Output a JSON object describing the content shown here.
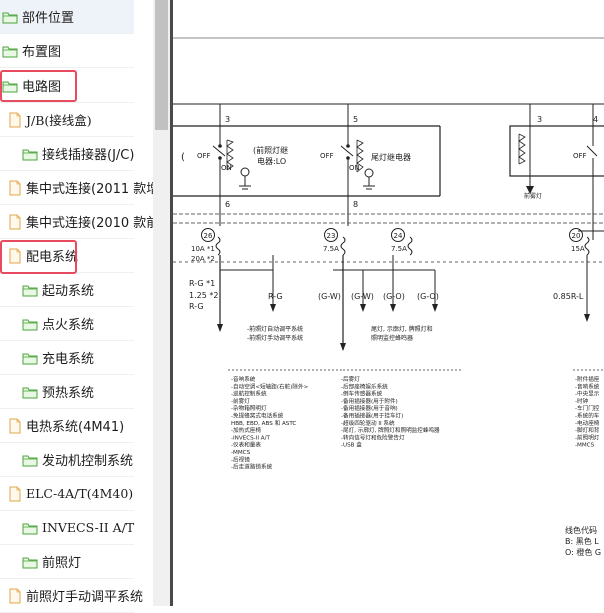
{
  "sidebar": {
    "items": [
      {
        "label": "部件位置",
        "icon": "folder-icon"
      },
      {
        "label": "布置图",
        "icon": "folder-icon"
      },
      {
        "label": "电路图",
        "icon": "folder-icon"
      },
      {
        "label": "J/B(接线盒)",
        "icon": "document-icon"
      },
      {
        "label": "接线插接器(J/C)",
        "icon": "folder-icon"
      },
      {
        "label": "集中式连接(2011 款增",
        "icon": "document-icon"
      },
      {
        "label": "集中式连接(2010 款前",
        "icon": "document-icon"
      },
      {
        "label": "配电系统",
        "icon": "document-icon"
      },
      {
        "label": "起动系统",
        "icon": "folder-icon"
      },
      {
        "label": "点火系统",
        "icon": "folder-icon"
      },
      {
        "label": "充电系统",
        "icon": "folder-icon"
      },
      {
        "label": "预热系统",
        "icon": "folder-icon"
      },
      {
        "label": "电热系统(4M41)",
        "icon": "document-icon"
      },
      {
        "label": "发动机控制系统",
        "icon": "folder-icon"
      },
      {
        "label": "ELC-4A/T(4M40)",
        "icon": "document-icon"
      },
      {
        "label": "INVECS-II A/T",
        "icon": "folder-icon"
      },
      {
        "label": "前照灯",
        "icon": "folder-icon"
      },
      {
        "label": "前照灯手动调平系统",
        "icon": "document-icon"
      }
    ]
  },
  "diagram": {
    "wire_numbers": [
      "3",
      "5",
      "3",
      "4"
    ],
    "off_labels": [
      "OFF",
      "OFF",
      "OFF"
    ],
    "on_labels": [
      "ON",
      "ON"
    ],
    "relay1": [
      "(前照灯继",
      "电器:LO"
    ],
    "relay2": "尾灯继电器",
    "fog_lamp": "前雾灯",
    "lower_wire_numbers": [
      "6",
      "8"
    ],
    "fuse_numbers": [
      "26",
      "23",
      "24",
      "20"
    ],
    "fuse_ratings": [
      "10A *1",
      "20A *2",
      "7.5A",
      "7.5A",
      "15A"
    ],
    "wire_colors": [
      "R-G *1",
      "1.25 *2",
      "R-G",
      "R-G",
      "(G-W)",
      "(G-W)",
      "(G-O)",
      "(G-O)",
      "0.85R-L"
    ],
    "notes_a": [
      "-前照灯自动调平系统",
      "-前照灯手动调平系统"
    ],
    "notes_b": [
      "尾灯, 示廓灯, 牌照灯和",
      "照明监控蜂鸣器"
    ],
    "list_col1": [
      "-音响系统",
      "-自动空调<短轴距(右舵)除外>",
      "-巡航控制系统",
      "-前雾灯",
      "-杂物箱照明灯",
      "-免提蜂窝式电话系统",
      "HBB, EBD, ABS 和 ASTC",
      "-加热式座椅",
      "-INVECS-II A/T",
      "-仪表和量表",
      "-MMCS",
      "-后视镜",
      "-后走道路锁系统"
    ],
    "list_col2": [
      "-后雾灯",
      "-后部座椅娱乐系统",
      "-倒车传感器系统",
      "-备用插接器(用于附件)",
      "-备用插接器(用于音响)",
      "-备用插接器(用于挂车灯)",
      "-超级四轮驱动 II 系统",
      "-尾灯, 示廓灯, 牌照灯和照明监控蜂鸣器",
      "-转向信号灯和危险警告灯",
      "-USB 盒"
    ],
    "list_col3": [
      "-附件插座",
      "-音响系统",
      "-中央显示",
      "-时钟",
      "-车门门控",
      "-系统的车",
      "-电动座椅",
      "-脚灯和背",
      "-前照明灯",
      "-MMCS"
    ],
    "legend_title": "线色代码",
    "legend_lines": [
      "B: 黑色 L",
      "O: 橙色 G"
    ]
  }
}
